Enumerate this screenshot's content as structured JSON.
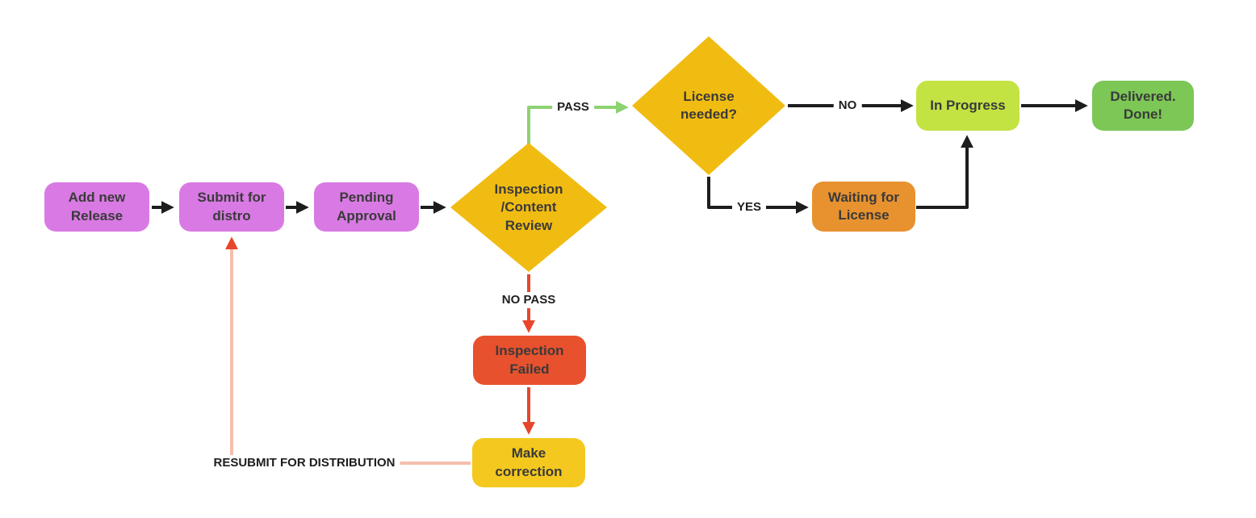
{
  "nodes": {
    "add_new_release": {
      "label": "Add new\nRelease",
      "type": "process",
      "color": "#d97ae4"
    },
    "submit_for_distro": {
      "label": "Submit for\ndistro",
      "type": "process",
      "color": "#d97ae4"
    },
    "pending_approval": {
      "label": "Pending\nApproval",
      "type": "process",
      "color": "#d97ae4"
    },
    "inspection_review": {
      "label": "Inspection\n/Content\nReview",
      "type": "decision",
      "color": "#f1bc12"
    },
    "license_needed": {
      "label": "License\nneeded?",
      "type": "decision",
      "color": "#f1bc12"
    },
    "in_progress": {
      "label": "In Progress",
      "type": "process",
      "color": "#c3e343"
    },
    "delivered": {
      "label": "Delivered.\nDone!",
      "type": "process",
      "color": "#7cc756"
    },
    "waiting_for_license": {
      "label": "Waiting for\nLicense",
      "type": "process",
      "color": "#e8922f"
    },
    "inspection_failed": {
      "label": "Inspection\nFailed",
      "type": "process",
      "color": "#e8512d"
    },
    "make_correction": {
      "label": "Make\ncorrection",
      "type": "process",
      "color": "#f4c81e"
    }
  },
  "edge_labels": {
    "pass": "PASS",
    "no": "NO",
    "yes": "YES",
    "no_pass": "NO PASS",
    "resubmit": "RESUBMIT FOR DISTRIBUTION"
  },
  "palette": {
    "connector_black": "#1d1d1d",
    "connector_green": "#8ed271",
    "connector_red": "#e8462b",
    "connector_salmon": "#f6bdac",
    "node_text": "#3a3a3a",
    "background": "#ffffff"
  }
}
